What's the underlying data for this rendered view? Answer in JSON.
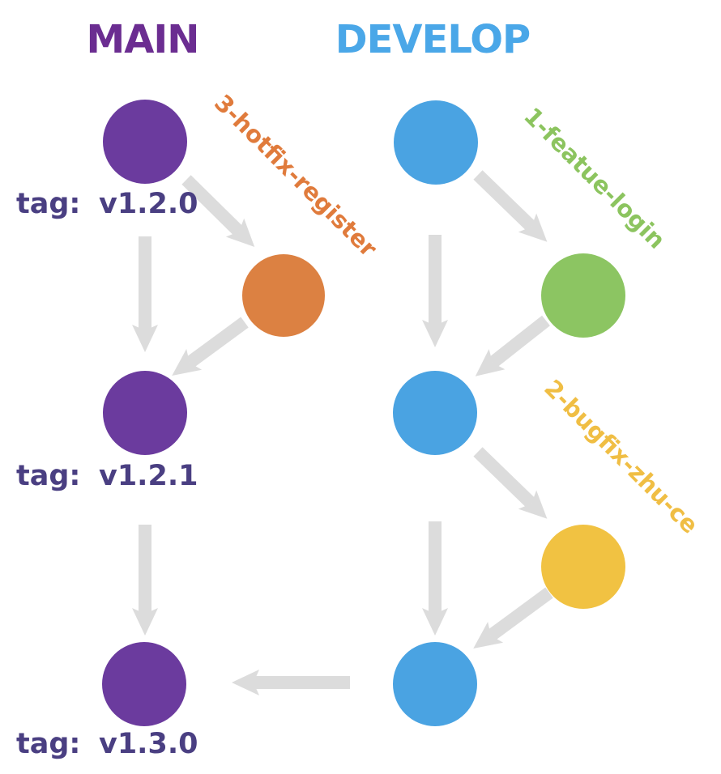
{
  "titles": {
    "main": "MAIN",
    "develop": "DEVELOP"
  },
  "colors": {
    "background": "#FFFFFF",
    "main_title": "#6B2D91",
    "develop_title": "#4AA7E8",
    "main_node": "#6B3B9E",
    "develop_node": "#4AA3E2",
    "hotfix_node": "#DC8142",
    "feature_node": "#8CC562",
    "bugfix_node": "#F1C242",
    "hotfix_label": "#E07B3C",
    "feature_label": "#8CC45F",
    "bugfix_label": "#F0BE44",
    "tag_text": "#4A3F82",
    "arrow": "#DCDCDC"
  },
  "branch_labels": {
    "hotfix": "3-hotfix-register",
    "feature": "1-featue-login",
    "bugfix": "2-bugfix-zhu-ce"
  },
  "tags": [
    {
      "prefix": "tag:",
      "version": "v1.2.0"
    },
    {
      "prefix": "tag:",
      "version": "v1.2.1"
    },
    {
      "prefix": "tag:",
      "version": "v1.3.0"
    }
  ]
}
